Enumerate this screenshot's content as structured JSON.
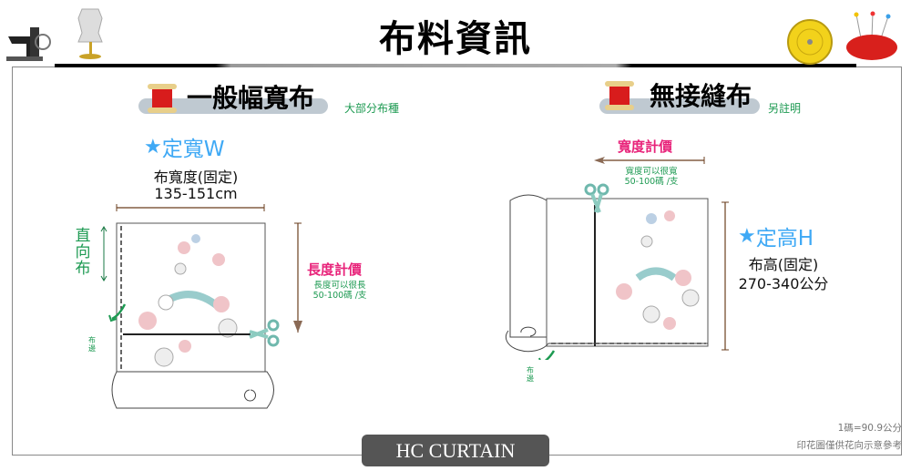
{
  "header": {
    "title": "布料資訊"
  },
  "left": {
    "title": "一般幅寬布",
    "note": "大部分布種",
    "fixed_label": "定寬W",
    "width_label": "布寬度(固定)",
    "width_value": "135-151cm",
    "direction_label": "直向布",
    "length_price": "長度計價",
    "length_note_1": "長度可以很長",
    "length_note_2": "50-100碼 /支",
    "selvage": "布邊"
  },
  "right": {
    "title": "無接縫布",
    "note": "另註明",
    "width_price": "寬度計價",
    "width_note_1": "寬度可以很寬",
    "width_note_2": "50-100碼 /支",
    "fixed_label": "定高H",
    "height_label": "布高(固定)",
    "height_value": "270-340公分",
    "selvage": "布邊"
  },
  "footer": {
    "brand": "HC CURTAIN",
    "conversion": "1碼=90.9公分",
    "disclaimer": "印花圖僅供花向示意參考"
  },
  "colors": {
    "accent_blue": "#3fa9f5",
    "pink": "#e8237a",
    "green": "#1d9a52",
    "brown": "#6b3f1f"
  }
}
